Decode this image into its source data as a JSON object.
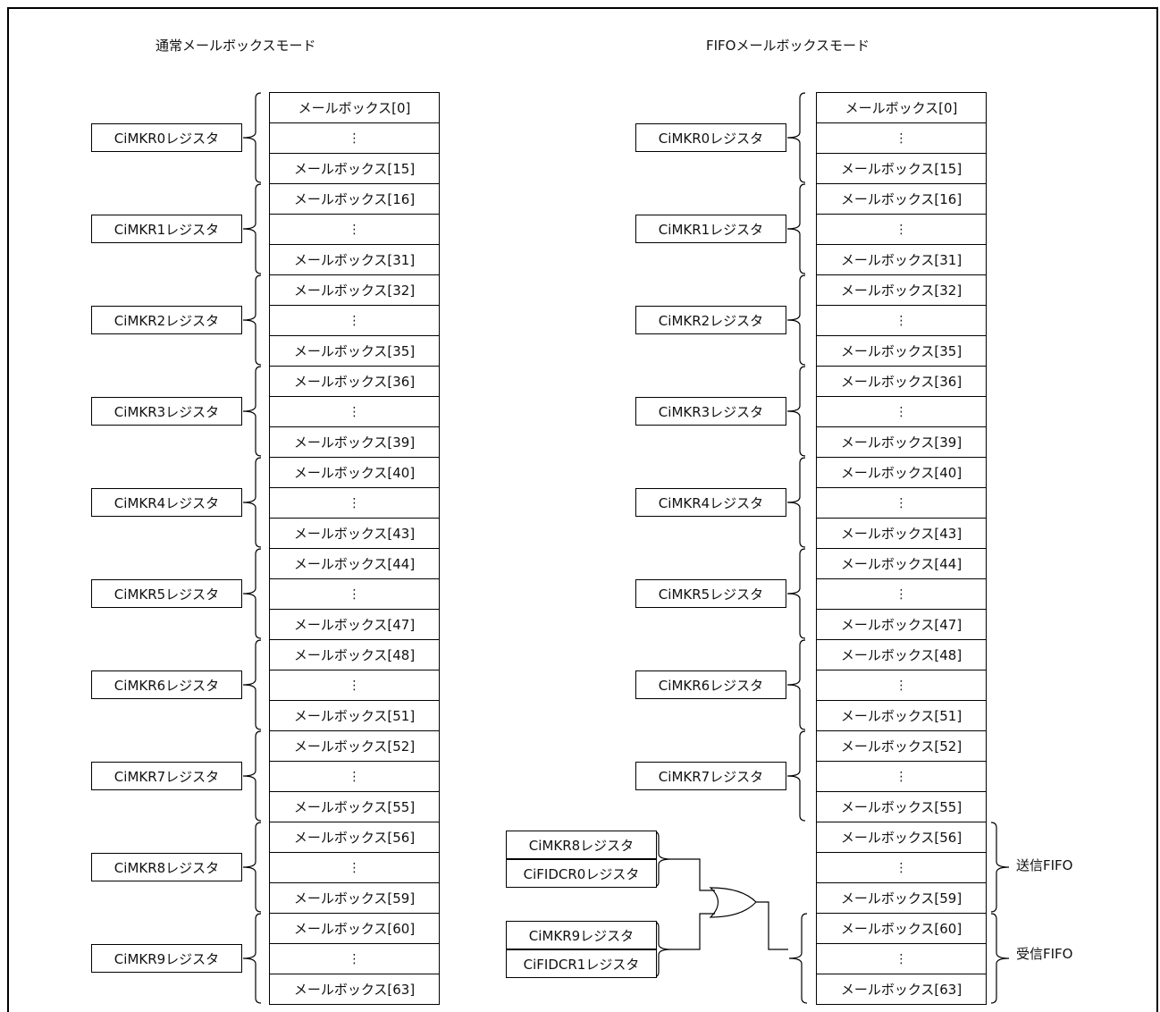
{
  "titles": {
    "normal": "通常メールボックスモード",
    "fifo": "FIFOメールボックスモード"
  },
  "ellipsis": "⋮",
  "normal_groups": [
    {
      "register": "CiMKR0レジスタ",
      "first": "メールボックス[0]",
      "last": "メールボックス[15]"
    },
    {
      "register": "CiMKR1レジスタ",
      "first": "メールボックス[16]",
      "last": "メールボックス[31]"
    },
    {
      "register": "CiMKR2レジスタ",
      "first": "メールボックス[32]",
      "last": "メールボックス[35]"
    },
    {
      "register": "CiMKR3レジスタ",
      "first": "メールボックス[36]",
      "last": "メールボックス[39]"
    },
    {
      "register": "CiMKR4レジスタ",
      "first": "メールボックス[40]",
      "last": "メールボックス[43]"
    },
    {
      "register": "CiMKR5レジスタ",
      "first": "メールボックス[44]",
      "last": "メールボックス[47]"
    },
    {
      "register": "CiMKR6レジスタ",
      "first": "メールボックス[48]",
      "last": "メールボックス[51]"
    },
    {
      "register": "CiMKR7レジスタ",
      "first": "メールボックス[52]",
      "last": "メールボックス[55]"
    },
    {
      "register": "CiMKR8レジスタ",
      "first": "メールボックス[56]",
      "last": "メールボックス[59]"
    },
    {
      "register": "CiMKR9レジスタ",
      "first": "メールボックス[60]",
      "last": "メールボックス[63]"
    }
  ],
  "fifo_groups": [
    {
      "register": "CiMKR0レジスタ",
      "first": "メールボックス[0]",
      "last": "メールボックス[15]"
    },
    {
      "register": "CiMKR1レジスタ",
      "first": "メールボックス[16]",
      "last": "メールボックス[31]"
    },
    {
      "register": "CiMKR2レジスタ",
      "first": "メールボックス[32]",
      "last": "メールボックス[35]"
    },
    {
      "register": "CiMKR3レジスタ",
      "first": "メールボックス[36]",
      "last": "メールボックス[39]"
    },
    {
      "register": "CiMKR4レジスタ",
      "first": "メールボックス[40]",
      "last": "メールボックス[43]"
    },
    {
      "register": "CiMKR5レジスタ",
      "first": "メールボックス[44]",
      "last": "メールボックス[47]"
    },
    {
      "register": "CiMKR6レジスタ",
      "first": "メールボックス[48]",
      "last": "メールボックス[51]"
    },
    {
      "register": "CiMKR7レジスタ",
      "first": "メールボックス[52]",
      "last": "メールボックス[55]"
    },
    {
      "register": "",
      "first": "メールボックス[56]",
      "last": "メールボックス[59]"
    },
    {
      "register": "",
      "first": "メールボックス[60]",
      "last": "メールボックス[63]"
    }
  ],
  "fifo_inputs": [
    {
      "top": "CiMKR8レジスタ",
      "bottom": "CiFIDCR0レジスタ"
    },
    {
      "top": "CiMKR9レジスタ",
      "bottom": "CiFIDCR1レジスタ"
    }
  ],
  "fifo_labels": {
    "tx": "送信FIFO",
    "rx": "受信FIFO"
  }
}
